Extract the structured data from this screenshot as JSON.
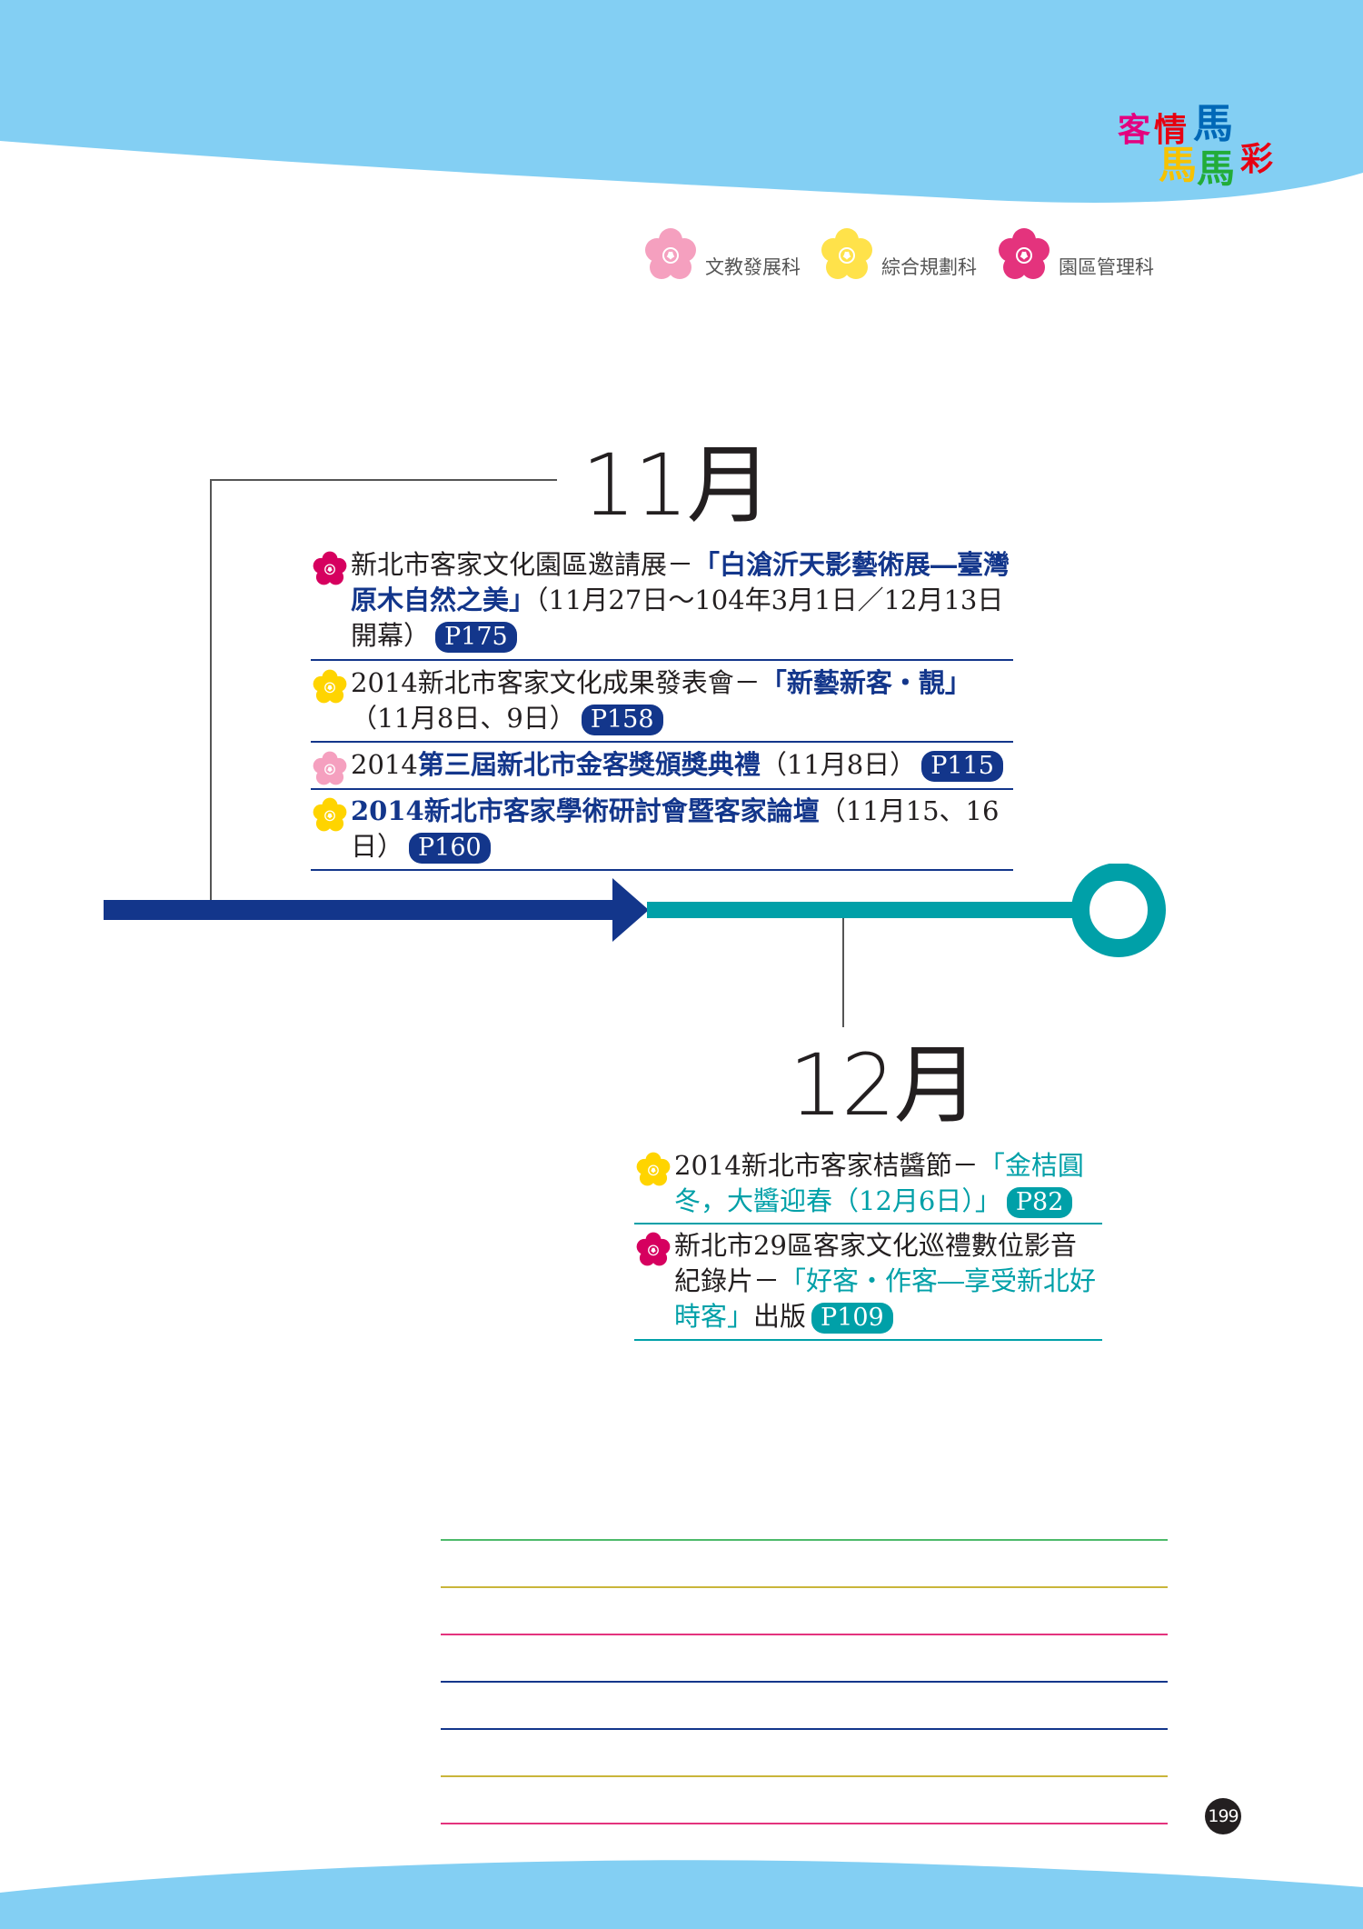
{
  "logo": {
    "chars": [
      "客",
      "情",
      "馬",
      "馬",
      "馬",
      "彩"
    ]
  },
  "legend": [
    {
      "label": "文教發展科",
      "color": "#f5a0bf"
    },
    {
      "label": "綜合規劃科",
      "color": "#ffe24a"
    },
    {
      "label": "園區管理科",
      "color": "#e4337d"
    }
  ],
  "colors": {
    "sky": "#83cff3",
    "navy": "#13368b",
    "teal": "#00a0a8"
  },
  "november": {
    "title": "11月",
    "entries": [
      {
        "dept_color": "#d6005f",
        "text_a": "新北市客家文化園區邀請展－",
        "text_b": "「白滄沂天影藝術展―臺灣原木自然之美」",
        "text_c": "（11月27日～104年3月1日／12月13日開幕）",
        "badge": "P175"
      },
      {
        "dept_color": "#ffd400",
        "text_a": "2014新北市客家文化成果發表會－",
        "text_b": "「新藝新客・靚」",
        "text_c": "（11月8日、9日）",
        "badge": "P158"
      },
      {
        "dept_color": "#f5a0bf",
        "text_a": "2014",
        "text_b": "第三屆新北市金客獎頒獎典禮",
        "text_c": "（11月8日）",
        "badge": "P115"
      },
      {
        "dept_color": "#ffd400",
        "text_a": "",
        "text_b": "2014新北市客家學術研討會暨客家論壇",
        "text_c": "（11月15、16日）",
        "badge": "P160"
      }
    ]
  },
  "december": {
    "title": "12月",
    "entries": [
      {
        "dept_color": "#ffd400",
        "text_a": "2014新北市客家桔醬節－",
        "text_b": "「金桔圓冬，大醬迎春（12月6日）」",
        "text_c": "",
        "badge": "P82"
      },
      {
        "dept_color": "#d6005f",
        "text_a": "新北市29區客家文化巡禮數位影音紀錄片－",
        "text_b": "「好客・作客―享受新北好時客」",
        "text_c": "出版",
        "badge": "P109"
      }
    ]
  },
  "note_line_colors": [
    "#4dba6a",
    "#c9b53a",
    "#e4337d",
    "#13368b",
    "#13368b",
    "#c9b53a",
    "#e4337d"
  ],
  "page_number": "199"
}
